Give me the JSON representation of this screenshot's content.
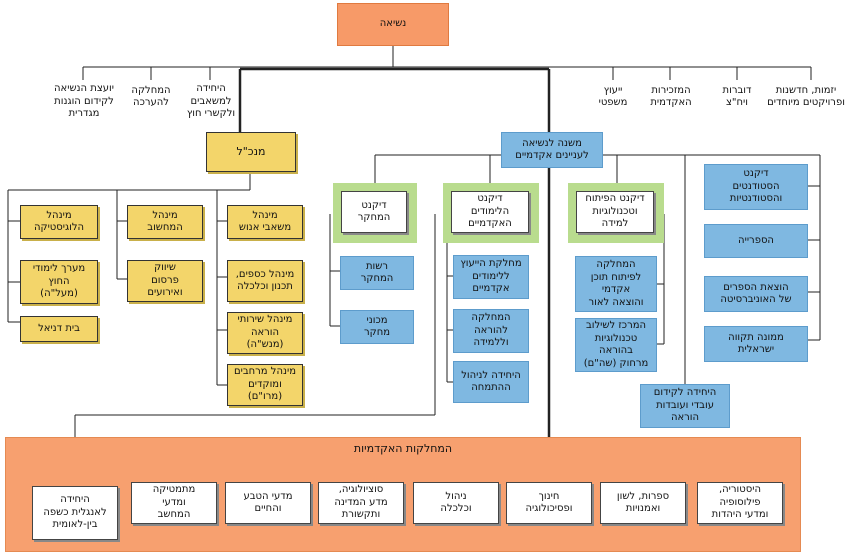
{
  "top": {
    "president": "נשיאה"
  },
  "staff_left": [
    {
      "key": "gender",
      "label": "יועצת הנשיאה\nלקידום הוגנות\nמגדרית"
    },
    {
      "key": "assessment",
      "label": "המחלקה\nלהערכה"
    },
    {
      "key": "resources",
      "label": "היחידה\nלמשאבים\nולקשרי חוץ"
    }
  ],
  "staff_right": [
    {
      "key": "legal",
      "label": "ייעוץ\nמשפטי"
    },
    {
      "key": "secretariat",
      "label": "המזכירות\nהאקדמית"
    },
    {
      "key": "spokes",
      "label": "דוברות\nויח\"צ"
    },
    {
      "key": "initiatives",
      "label": "יזמות, חדשנות\nופרויקטים מיוחדים"
    }
  ],
  "director": "מנכ\"ל",
  "vp": "משנה לנשיאה\nלעניינים אקדמיים",
  "admin_divisions": [
    {
      "key": "hr",
      "label": "מינהל\nמשאבי אנוש"
    },
    {
      "key": "finance",
      "label": "מינהל כספים,\nתכנון וכלכלה"
    },
    {
      "key": "teaching",
      "label": "מינהל שירותי\nהוראה\n(מנש\"ה)"
    },
    {
      "key": "centers",
      "label": "מינהל מרחבים\nומוקדים\n(מרו\"ם)"
    },
    {
      "key": "computing",
      "label": "מינהל\nהמחשוב"
    },
    {
      "key": "marketing",
      "label": "שיווק\nפרסום\nואירועים"
    },
    {
      "key": "logistics",
      "label": "מינהל\nהלוגיסטיקה"
    },
    {
      "key": "practicum",
      "label": "מערך לימודי\nהחוץ\n(מעל\"ה)"
    },
    {
      "key": "beitdaniel",
      "label": "בית דניאל"
    }
  ],
  "deans": [
    {
      "key": "research",
      "label": "דיקנט\nהמחקר"
    },
    {
      "key": "studies",
      "label": "דיקנט\nהלימודים\nהאקדמיים"
    },
    {
      "key": "tech",
      "label": "דיקנט הפיתוח\nוטכנולוגיות\nלמידה"
    }
  ],
  "research_units": [
    {
      "key": "authority",
      "label": "רשות\nהמחקר"
    },
    {
      "key": "institutes",
      "label": "מכוני\nמחקר"
    }
  ],
  "studies_units": [
    {
      "key": "advice",
      "label": "מחלקת הייעוץ\nללימודים\nאקדמיים"
    },
    {
      "key": "teachlearn",
      "label": "המחלקה\nלהוראה\nוללמידה"
    },
    {
      "key": "accred",
      "label": "היחידה לניהול\nההתמחה"
    }
  ],
  "tech_units": [
    {
      "key": "content",
      "label": "המחלקה\nלפיתוח תוכן\nאקדמי\nוהוצאה לאור"
    },
    {
      "key": "distance",
      "label": "המרכז לשילוב\nטכנולוגיות\nבהוראה\nמרחוק (שה\"ם)"
    }
  ],
  "right_units": [
    {
      "key": "students",
      "label": "דיקנט\nהסטודנטים\nוהסטודנטיות"
    },
    {
      "key": "library",
      "label": "הספרייה"
    },
    {
      "key": "press",
      "label": "הוצאת הספרים\nשל האוניברסיטה"
    },
    {
      "key": "hope",
      "label": "ממונה תקווה\nישראלית"
    },
    {
      "key": "staffdev",
      "label": "היחידה לקידום\nעובדי ועובדות\nהוראה"
    }
  ],
  "faculties_title": "המחלקות האקדמיות",
  "faculties": [
    {
      "key": "history",
      "label": "היסטוריה,\nפילוסופיה\nומדעי היהדות"
    },
    {
      "key": "literature",
      "label": "ספרות, לשון\nואמנויות"
    },
    {
      "key": "education",
      "label": "חינוך\nופסיכולוגיה"
    },
    {
      "key": "management",
      "label": "ניהול\nוכלכלה"
    },
    {
      "key": "sociology",
      "label": "סוציולוגיה,\nמדע המדינה\nותקשורת"
    },
    {
      "key": "nature",
      "label": "מדעי הטבע\nוהחיים"
    },
    {
      "key": "math",
      "label": "מתמטיקה\nומדעי\nהמחשב"
    }
  ],
  "english_unit": "היחידה\nלאנגלית כשפה\nבין-לאומית",
  "colors": {
    "orange": "#f79a68",
    "blue": "#7fb8e1",
    "yellow": "#f3d56a",
    "green": "#b9dc8e"
  }
}
